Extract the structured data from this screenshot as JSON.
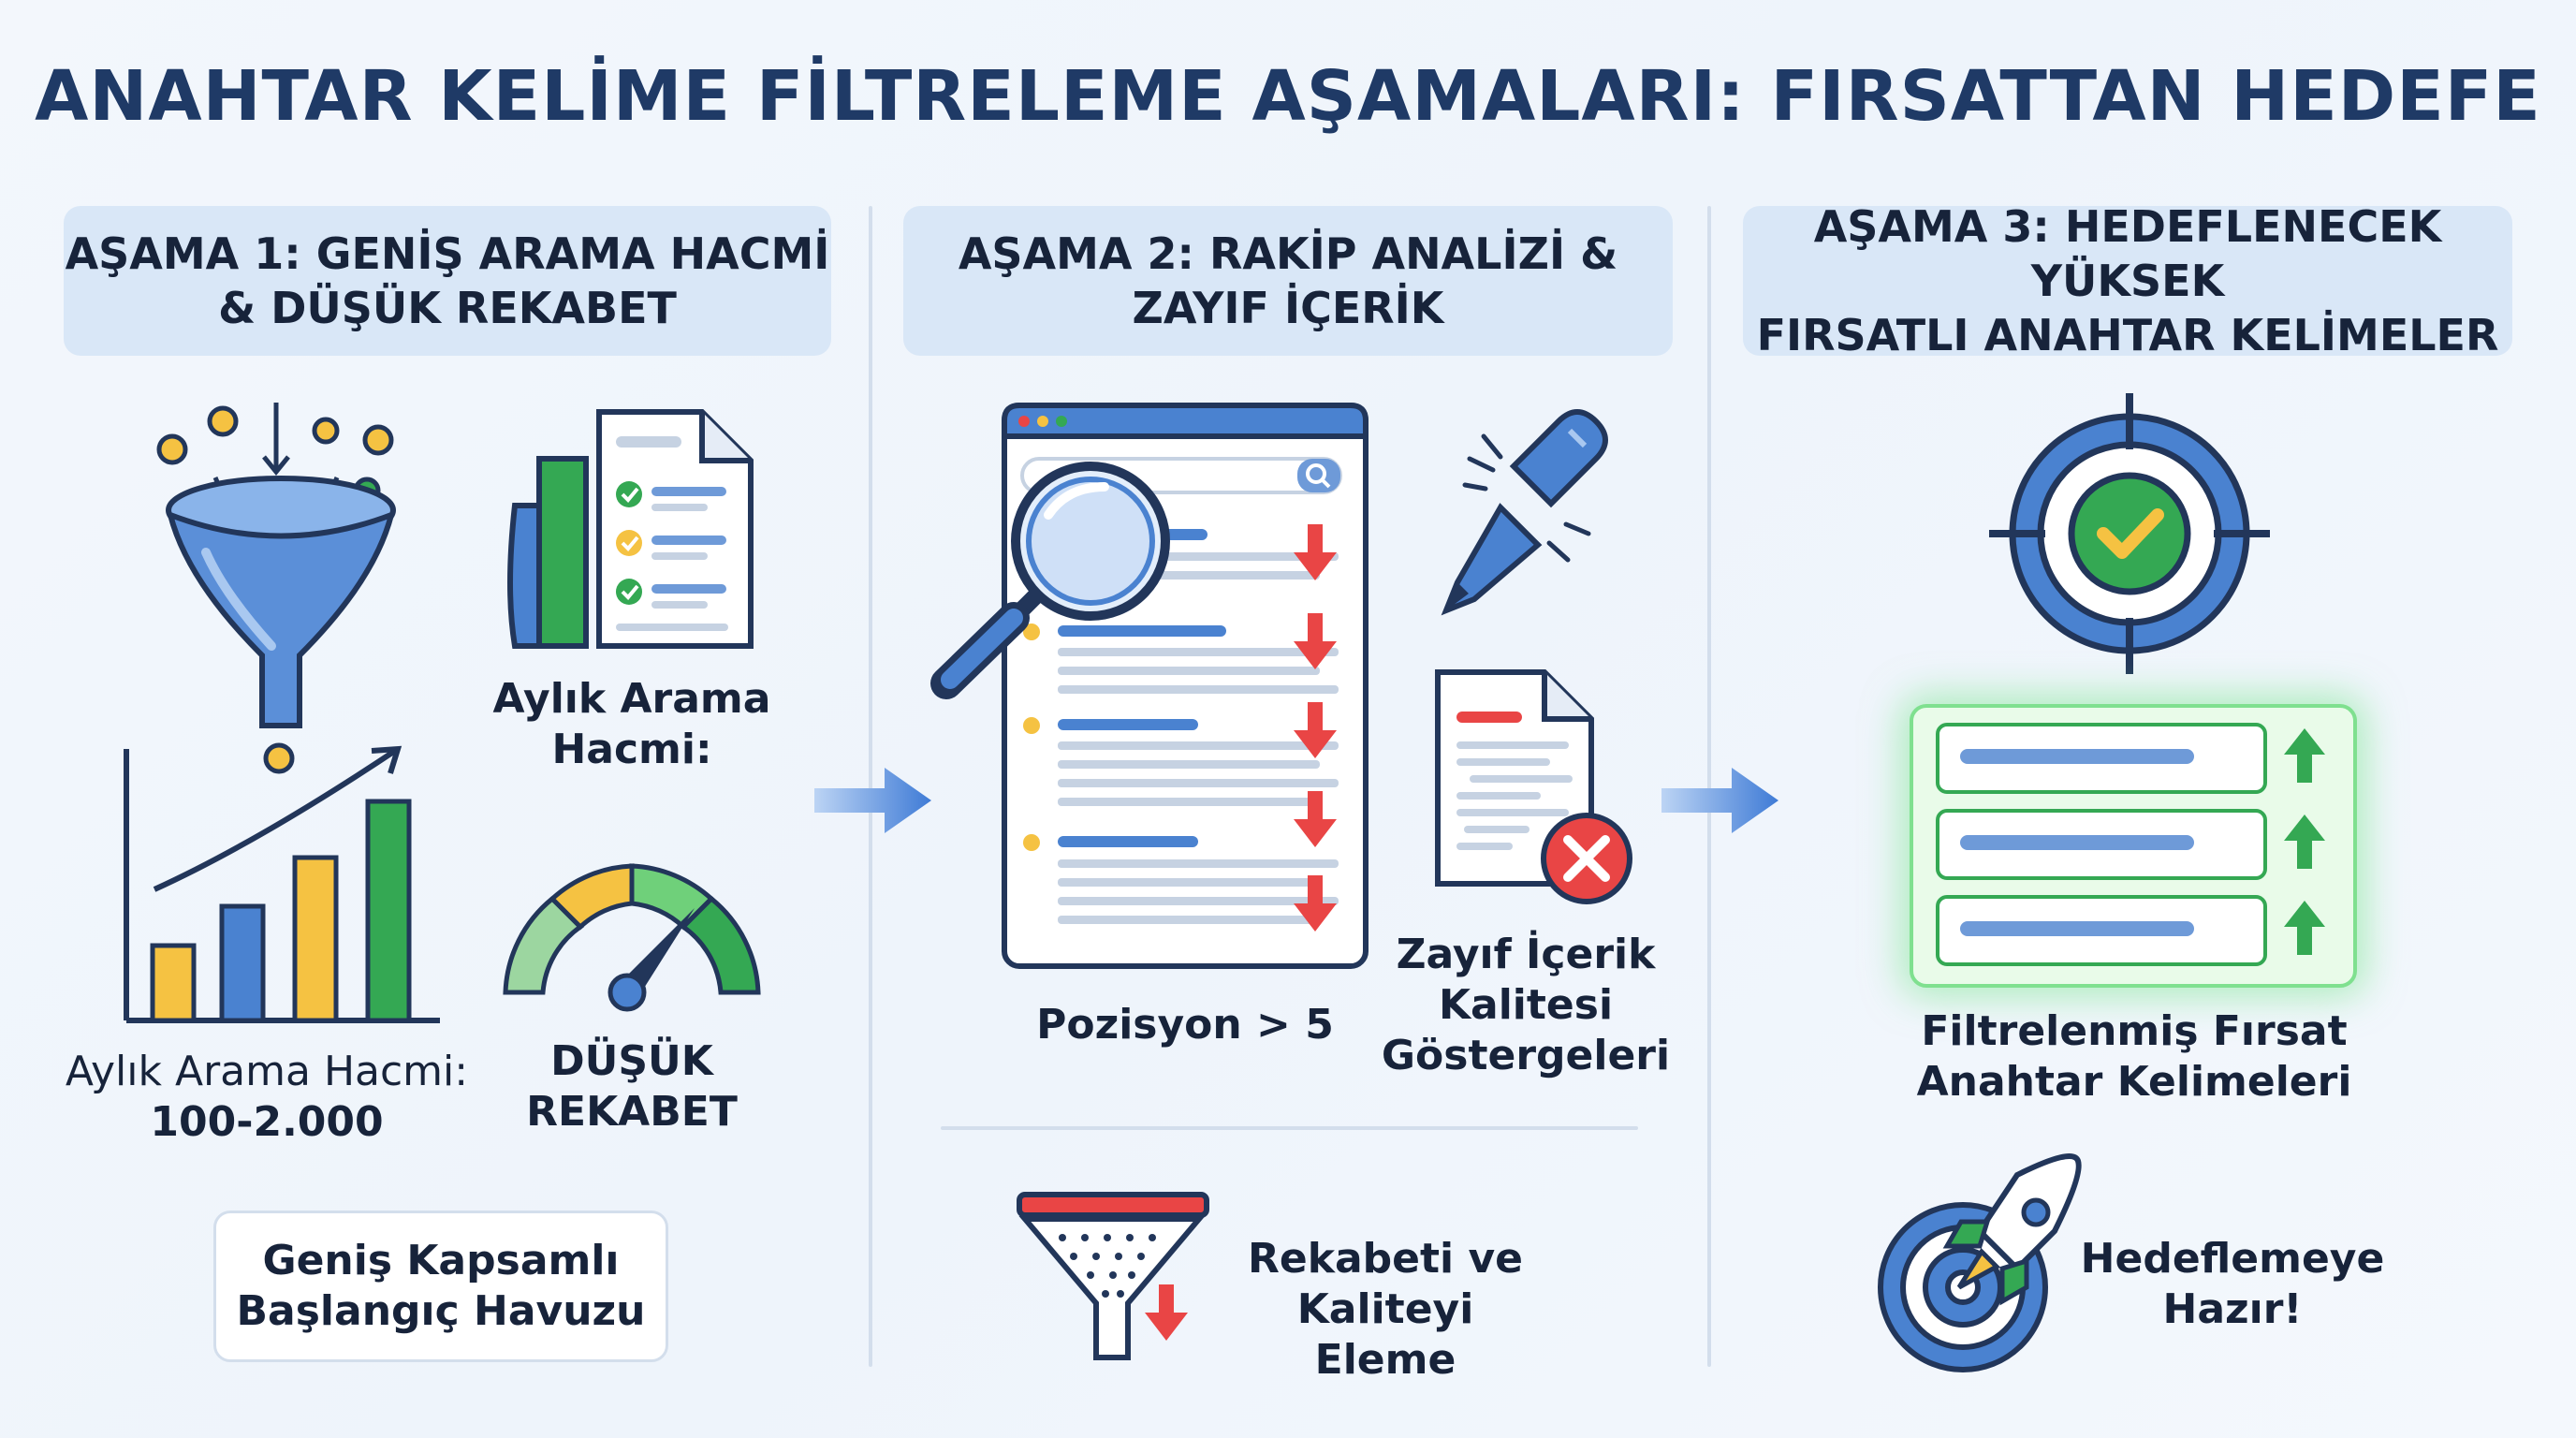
{
  "title": "ANAHTAR KELİME FİLTRELEME AŞAMALARI: FIRSATTAN HEDEFE",
  "stages": [
    {
      "header_line1": "AŞAMA 1: GENİŞ ARAMA HACMİ",
      "header_line2": "& DÜŞÜK REKABET"
    },
    {
      "header_line1": "AŞAMA 2: RAKİP ANALİZİ &",
      "header_line2": "ZAYIF İÇERİK"
    },
    {
      "header_line1": "AŞAMA 3: HEDEFLENECEK YÜKSEK",
      "header_line2": "FIRSATLI ANAHTAR KELİMELER"
    }
  ],
  "stage1": {
    "search_volume_label_line1": "Aylık Arama",
    "search_volume_label_line2": "Hacmi:",
    "chart_label_line1": "Aylık Arama Hacmi:",
    "chart_label_line2": "100-2.000",
    "gauge_label_line1": "DÜŞÜK",
    "gauge_label_line2": "REKABET",
    "pool_line1": "Geniş Kapsamlı",
    "pool_line2": "Başlangıç Havuzu"
  },
  "stage2": {
    "position_label": "Pozisyon > 5",
    "weak_label_line1": "Zayıf İçerik",
    "weak_label_line2": "Kalitesi",
    "weak_label_line3": "Göstergeleri",
    "filter_label_line1": "Rekabeti ve",
    "filter_label_line2": "Kaliteyi Eleme"
  },
  "stage3": {
    "filtered_label_line1": "Filtrelenmiş Fırsat",
    "filtered_label_line2": "Anahtar Kelimeleri",
    "ready_line1": "Hedeflemeye",
    "ready_line2": "Hazır!"
  },
  "colors": {
    "title": "#1f3a66",
    "header_bg": "#d9e7f7",
    "blue": "#3f7bd6",
    "green": "#34a853",
    "yellow": "#f5c242",
    "red": "#e94545",
    "navy": "#22365a"
  },
  "icons": [
    "funnel-icon",
    "document-checklist-icon",
    "bar-chart-icon",
    "gauge-icon",
    "search-results-icon",
    "magnifier-icon",
    "broken-pen-icon",
    "weak-document-icon",
    "filter-icon",
    "target-icon",
    "rocket-target-icon",
    "arrow-right-icon"
  ]
}
